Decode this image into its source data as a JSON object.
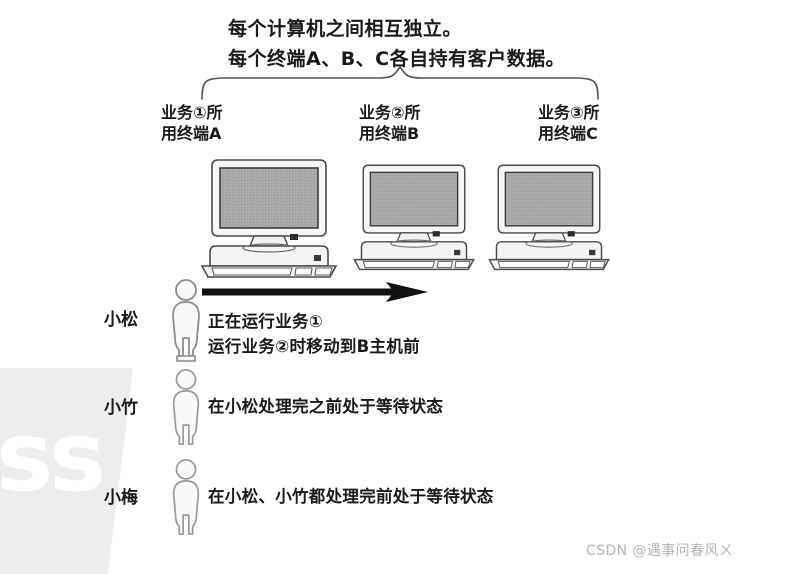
{
  "figure": {
    "title_line1": "每个计算机之间相互独立。",
    "title_line2": "每个终端A、B、C各自持有客户数据。",
    "terminals": [
      {
        "id": "a",
        "label": "业务①所\n用终端A",
        "monitor_screen_color": "#a9a9a9"
      },
      {
        "id": "b",
        "label": "业务②所\n用终端B",
        "monitor_screen_color": "#a9a9a9"
      },
      {
        "id": "c",
        "label": "业务③所\n用终端C",
        "monitor_screen_color": "#a9a9a9"
      }
    ],
    "people": [
      {
        "name": "小松",
        "description": "正在运行业务①\n运行业务②时移动到B主机前",
        "has_arrow": true
      },
      {
        "name": "小竹",
        "description": "在小松处理完之前处于等待状态",
        "has_arrow": false
      },
      {
        "name": "小梅",
        "description": "在小松、小竹都处理完前处于等待状态",
        "has_arrow": false
      }
    ],
    "watermark_glyph": "ss",
    "footer_credit": "CSDN @遇事问春风ㄨ",
    "colors": {
      "ink": "#1a1a1a",
      "line": "#4a4a4a",
      "screen": "#a9a9a9",
      "case_fill": "#f2f2f2",
      "watermark": "#ededed",
      "footer": "#b4b4b4"
    }
  }
}
